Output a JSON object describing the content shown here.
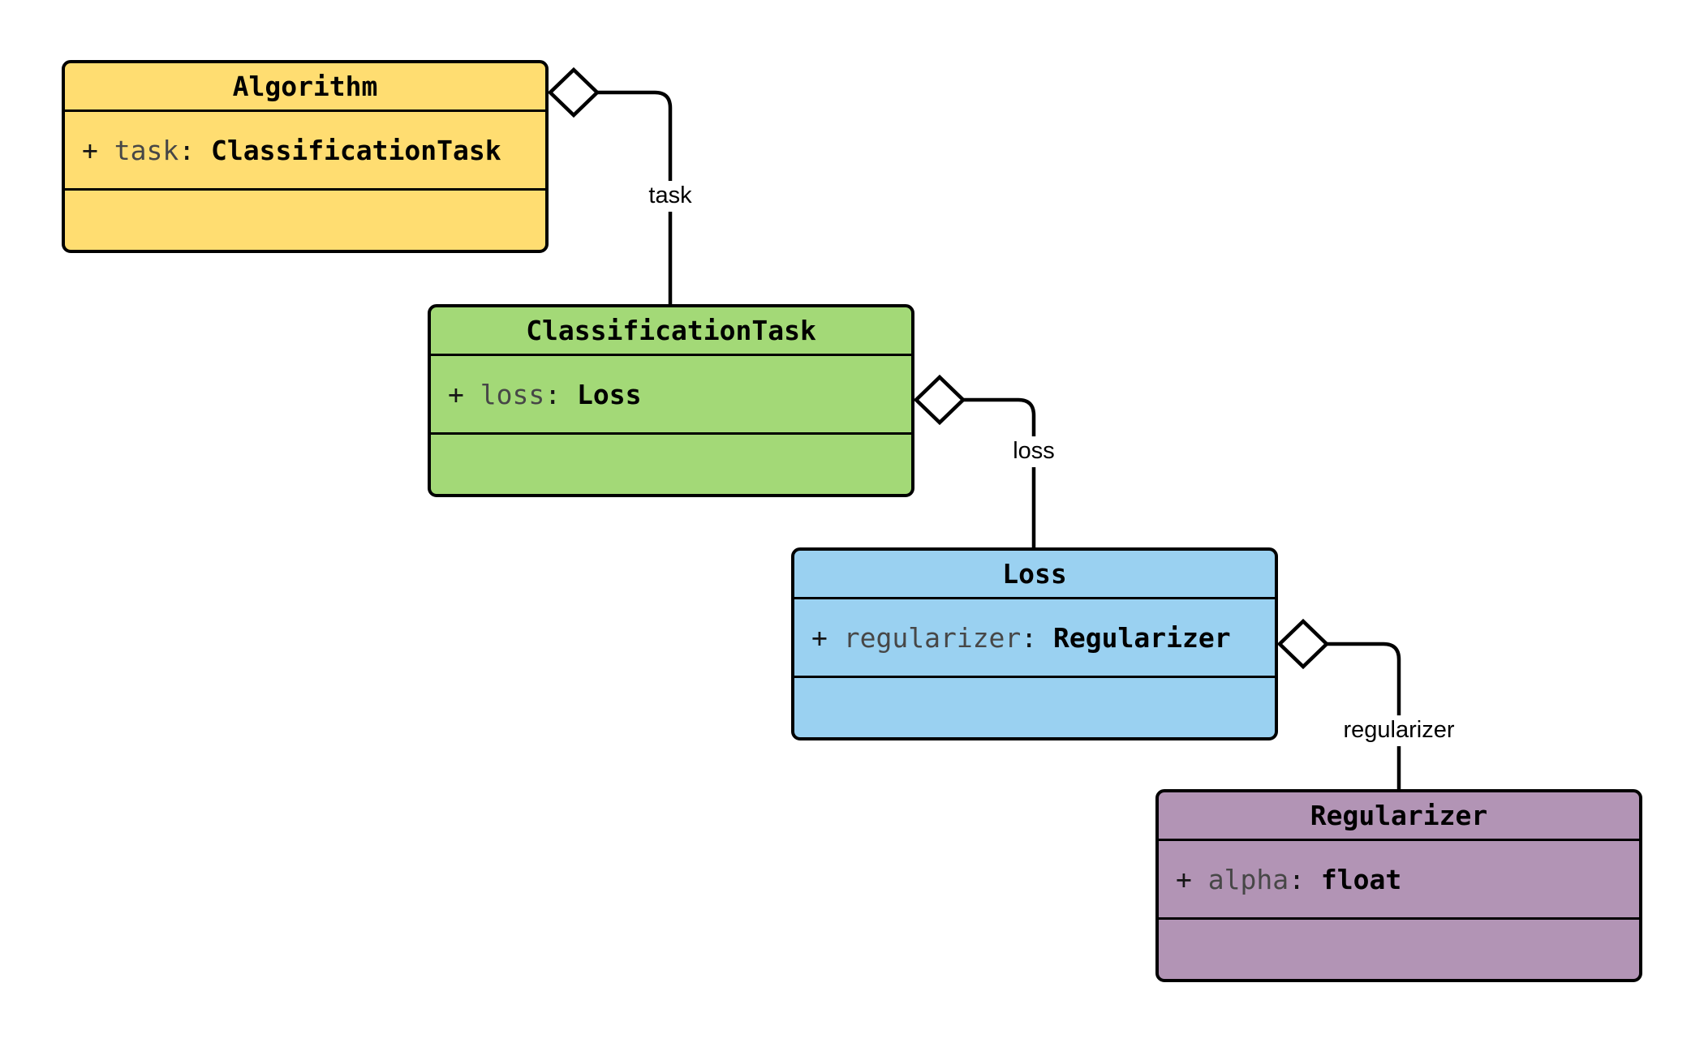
{
  "diagram": {
    "background": "#ffffff",
    "stroke_color": "#000000",
    "attr_name_color": "#474747",
    "classes": [
      {
        "name": "Algorithm",
        "fill": "#FFDD71",
        "attribute": {
          "symbol": "+ ",
          "name": "task",
          "separator": ": ",
          "type": "ClassificationTask"
        }
      },
      {
        "name": "ClassificationTask",
        "fill": "#A3D977",
        "attribute": {
          "symbol": "+ ",
          "name": "loss",
          "separator": ": ",
          "type": "Loss"
        }
      },
      {
        "name": "Loss",
        "fill": "#9AD1F1",
        "attribute": {
          "symbol": "+ ",
          "name": "regularizer",
          "separator": ": ",
          "type": "Regularizer"
        }
      },
      {
        "name": "Regularizer",
        "fill": "#B294B5",
        "attribute": {
          "symbol": "+ ",
          "name": "alpha",
          "separator": ": ",
          "type": "float"
        }
      }
    ],
    "relations": [
      {
        "label": "task",
        "from": "Algorithm",
        "to": "ClassificationTask",
        "kind": "aggregation"
      },
      {
        "label": "loss",
        "from": "ClassificationTask",
        "to": "Loss",
        "kind": "aggregation"
      },
      {
        "label": "regularizer",
        "from": "Loss",
        "to": "Regularizer",
        "kind": "aggregation"
      }
    ]
  }
}
